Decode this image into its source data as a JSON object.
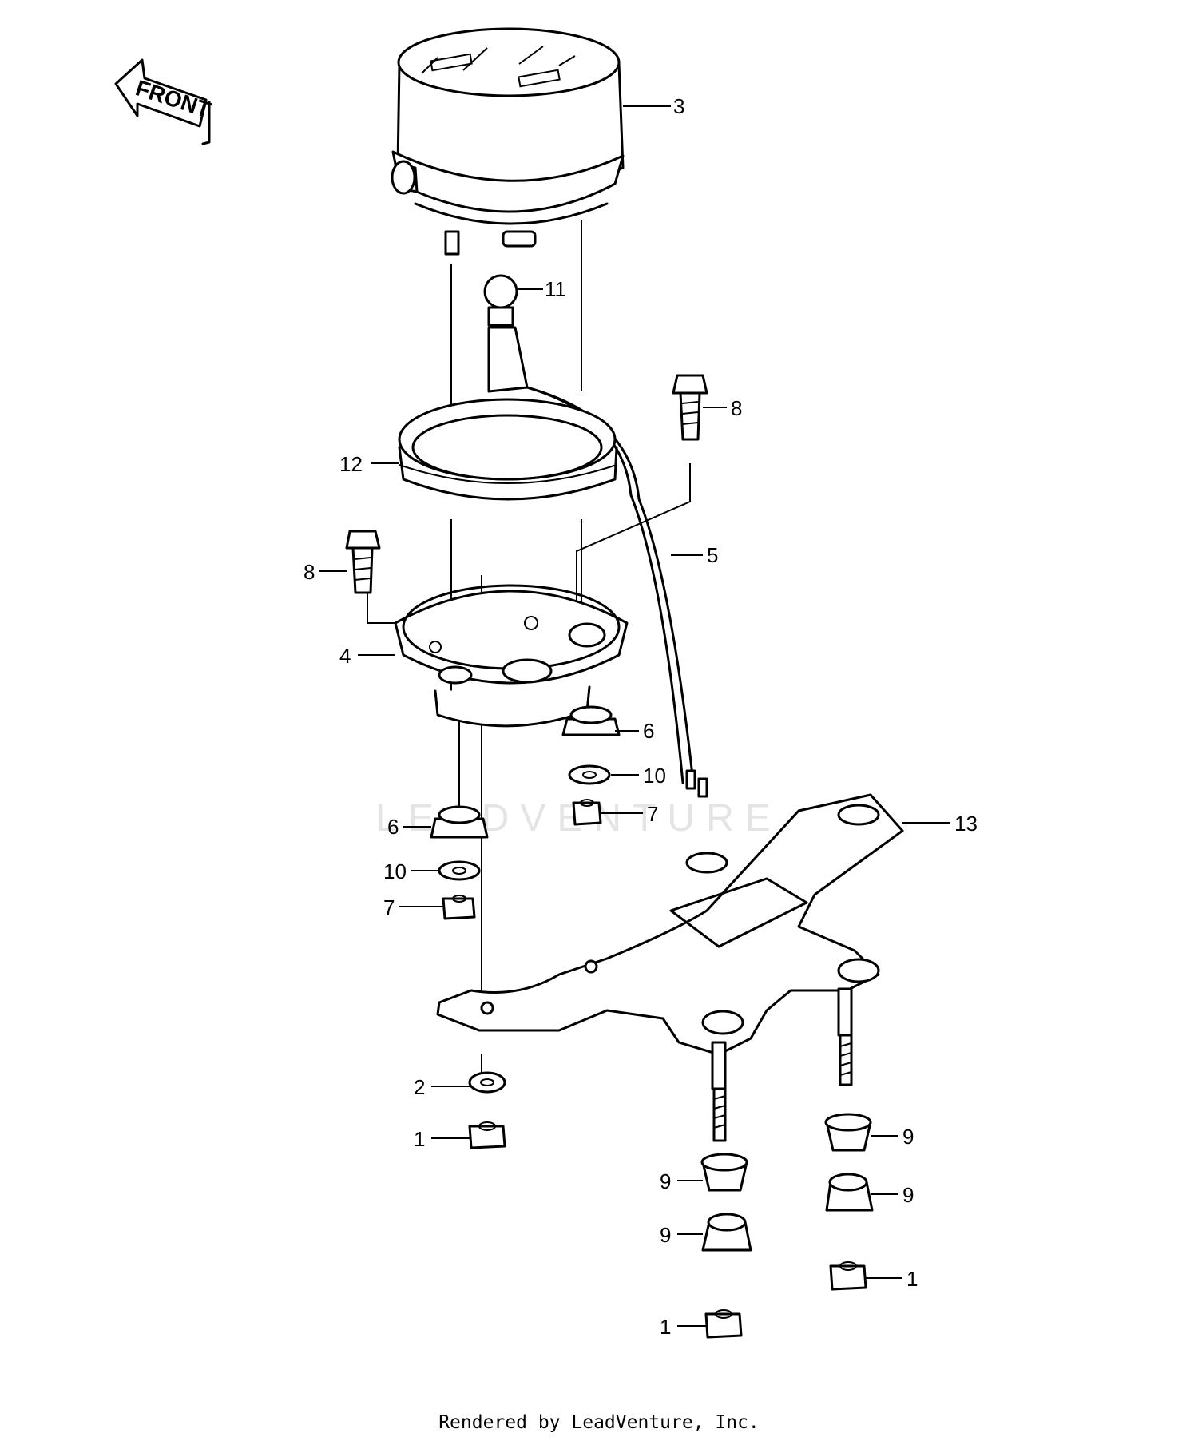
{
  "orientation_label": "FRONT",
  "watermark": "LEADVENTURE",
  "footer": "Rendered by LeadVenture, Inc.",
  "callouts": [
    {
      "id": "c3",
      "label": "3"
    },
    {
      "id": "c11",
      "label": "11"
    },
    {
      "id": "c8a",
      "label": "8"
    },
    {
      "id": "c12",
      "label": "12"
    },
    {
      "id": "c5",
      "label": "5"
    },
    {
      "id": "c8b",
      "label": "8"
    },
    {
      "id": "c4",
      "label": "4"
    },
    {
      "id": "c6a",
      "label": "6"
    },
    {
      "id": "c10a",
      "label": "10"
    },
    {
      "id": "c7a",
      "label": "7"
    },
    {
      "id": "c13",
      "label": "13"
    },
    {
      "id": "c6b",
      "label": "6"
    },
    {
      "id": "c10b",
      "label": "10"
    },
    {
      "id": "c7b",
      "label": "7"
    },
    {
      "id": "c2",
      "label": "2"
    },
    {
      "id": "c1a",
      "label": "1"
    },
    {
      "id": "c9a",
      "label": "9"
    },
    {
      "id": "c9b",
      "label": "9"
    },
    {
      "id": "c9c",
      "label": "9"
    },
    {
      "id": "c9d",
      "label": "9"
    },
    {
      "id": "c1b",
      "label": "1"
    },
    {
      "id": "c1c",
      "label": "1"
    }
  ]
}
